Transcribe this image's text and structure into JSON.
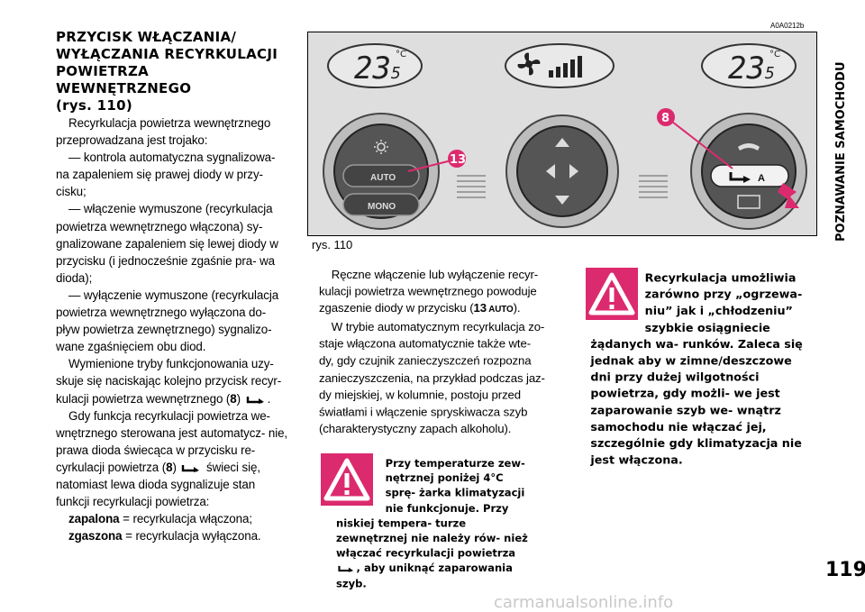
{
  "heading": {
    "line1": "PRZYCISK WŁĄCZANIA/",
    "line2": "WYŁĄCZANIA RECYRKULACJI",
    "line3": "POWIETRZA WEWNĘTRZNEGO",
    "ref_open": "(",
    "ref": "rys. 110",
    "ref_close": ")"
  },
  "col1": {
    "p1": "Recyrkulacja powietrza wewnętrznego przeprowadzana jest trojako:",
    "p2": "— kontrola automatyczna sygnalizowa- na zapaleniem się prawej diody w przy- cisku;",
    "p3": "— włączenie wymuszone (recyrkulacja powietrza wewnętrznego włączona) sy- gnalizowane zapaleniem się lewej diody w przycisku (i jednocześnie zgaśnie pra- wa dioda);",
    "p4": "— wyłączenie wymuszone (recyrkulacja powietrza wewnętrznego wyłączona do- pływ powietrza zewnętrznego) sygnalizo- wane zgaśnięciem obu diod.",
    "p5a": "Wymienione tryby funkcjonowania uzy- skuje się naciskając kolejno przycisk recyr- kulacji powietrza wewnętrznego (",
    "p5num": "8",
    "p5b": ") ",
    "p5c": ".",
    "p6a": "Gdy funkcja recyrkulacji powietrza we- wnętrznego sterowana jest automatycz- nie, prawa dioda świecąca w przycisku re- cyrkulacji powietrza (",
    "p6num": "8",
    "p6b": ") ",
    "p6c": " świeci się, natomiast lewa dioda sygnalizuje stan funkcji recyrkulacji powietrza:",
    "on_label": "zapalona",
    "on_text": " = recyrkulacja włączona;",
    "off_label": "zgaszona",
    "off_text": " = recyrkulacja wyłączona."
  },
  "col2": {
    "p1a": "Ręczne włączenie lub wyłączenie recyr- kulacji powietrza wewnętrznego powoduje zgaszenie diody w przycisku (",
    "p1num": "13",
    "p1auto": " AUTO",
    "p1b": ").",
    "p2": "W trybie automatycznym recyrkulacja zo- staje włączona automatycznie także wte- dy, gdy czujnik zanieczyszczeń rozpozna zanieczyszczenia, na przykład podczas jaz- dy miejskiej, w kolumnie, postoju przed światłami i włączenie spryskiwacza szyb (charakterystyczny zapach alkoholu)."
  },
  "warning1": {
    "text_a": "Przy temperaturze zew- nętrznej poniżej 4°C sprę- żarka klimatyzacji nie funkcjonuje. Przy niskiej tempera- turze zewnętrznej nie należy rów- nież włączać recyrkulacji powietrza ",
    "text_b": ", aby uniknąć zaparowania szyb."
  },
  "warning2": {
    "text": "Recyrkulacja umożliwia zarówno przy „ogrzewa- niu” jak i „chłodzeniu” szybkie osiągniecie żądanych wa- runków. Zaleca się jednak aby w zimne/deszczowe dni przy dużej wilgotności powietrza, gdy możli- we jest zaparowanie szyb we- wnątrz samochodu nie włączać jej, szczególnie gdy klimatyzacja nie jest włączona."
  },
  "figure": {
    "code": "A0A0212b",
    "caption": "rys. 110",
    "left_temp": "23",
    "left_temp_dec": "5",
    "right_temp": "23",
    "right_temp_dec": "5",
    "unit": "°C",
    "btn_auto": "AUTO",
    "btn_mono": "MONO",
    "callout_13": "13",
    "callout_8": "8",
    "recirc_a": "A",
    "accent_color": "#dc2a6e",
    "icons": [
      "fan-icon",
      "sun-icon",
      "arrow-up-icon",
      "arrow-left-right-icon",
      "arrow-down-icon",
      "windshield-defrost-icon",
      "rear-defrost-icon",
      "recirculation-icon"
    ]
  },
  "side_tab": "POZNAWANIE SAMOCHODU",
  "page_number": "119",
  "watermark": "carmanualsonline.info"
}
